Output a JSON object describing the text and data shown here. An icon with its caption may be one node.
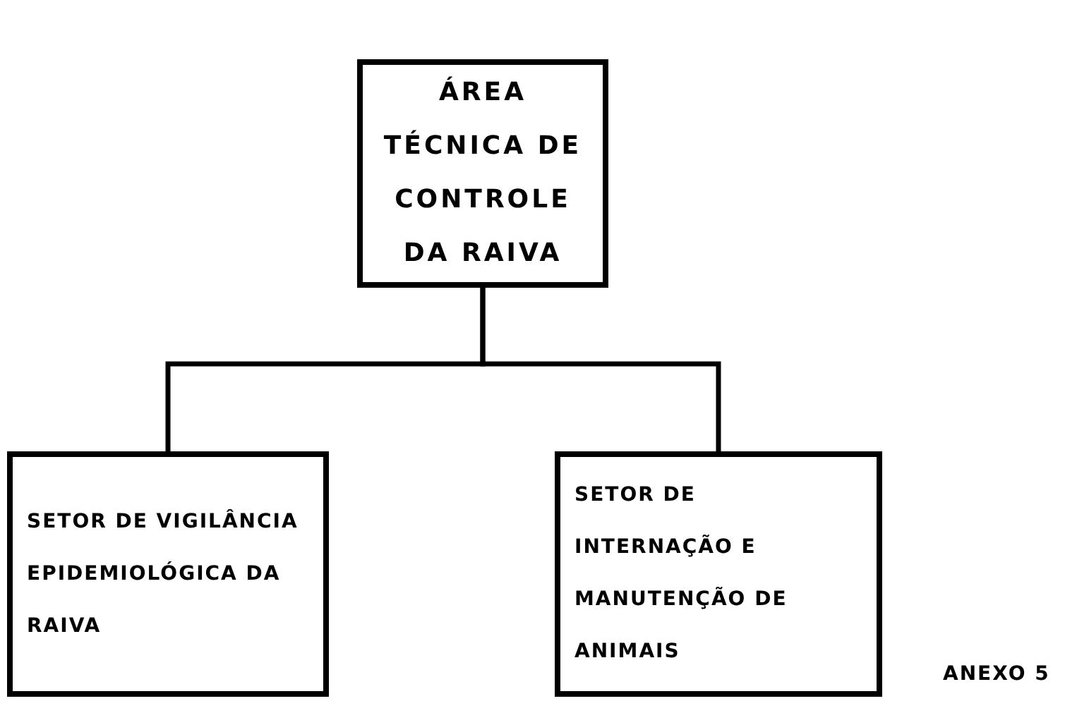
{
  "diagram": {
    "nodes": [
      {
        "text": [
          "ÁREA TÉCNICA DE CONTROLE DA RAIVA"
        ]
      },
      {
        "text": [
          "SETOR DE VIGILÂNCIA EPIDEMIOLÓGICA DA RAIVA"
        ]
      },
      {
        "text": [
          "SETOR DE INTERNAÇÃO E MANUTENÇÃO DE ANIMAIS"
        ]
      }
    ],
    "edges": [
      {
        "from": 0,
        "to": 1,
        "arrow": "none"
      },
      {
        "from": 0,
        "to": 2,
        "arrow": "none"
      }
    ],
    "labels": [
      "ANEXO 5"
    ]
  }
}
